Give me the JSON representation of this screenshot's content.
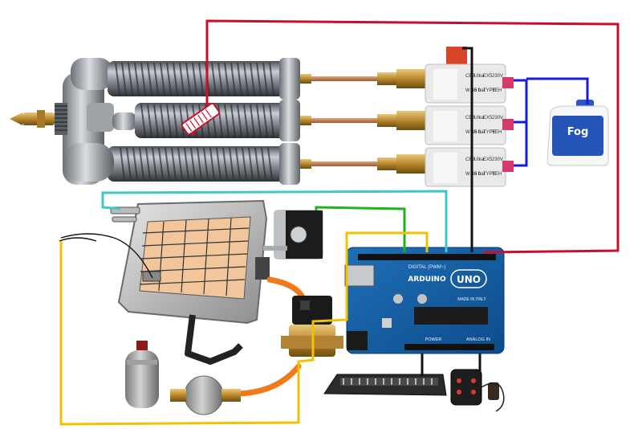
{
  "diagram": {
    "description_visible_text": {
      "pump_label_lines": [
        "CE3",
        "Ulka",
        "EX5",
        "230V",
        "W 48 0",
        "5 bar",
        "TYPE",
        "YEH"
      ],
      "arduino_brand": "ARDUINO",
      "arduino_model": "UNO",
      "arduino_header_digital": "DIGITAL (PWM~)",
      "arduino_header_power": "POWER",
      "arduino_header_analog": "ANALOG IN",
      "arduino_made_in": "MADE IN ITALY",
      "fog_bottle_label": "Fog"
    },
    "wire_colors": {
      "red": "#c8102e",
      "black": "#111111",
      "blue": "#1a1adb",
      "cyan": "#3fc8c8",
      "green": "#1fb31f",
      "yellow": "#f2c200",
      "orange_hose": "#f07a1a"
    },
    "components": [
      {
        "id": "heat-exchanger-coils",
        "icon": "coil-heater-icon"
      },
      {
        "id": "brass-nozzle",
        "icon": "nozzle-icon"
      },
      {
        "id": "thermistor-sensor",
        "icon": "sensor-icon"
      },
      {
        "id": "vibration-pumps",
        "icon": "pump-icon"
      },
      {
        "id": "fog-fluid-bottle",
        "icon": "bottle-icon"
      },
      {
        "id": "gas-heater",
        "icon": "radiant-heater-icon"
      },
      {
        "id": "stepper-motor",
        "icon": "stepper-motor-icon"
      },
      {
        "id": "gas-solenoid-valve",
        "icon": "solenoid-valve-icon"
      },
      {
        "id": "gas-cylinder",
        "icon": "gas-cylinder-icon"
      },
      {
        "id": "pressure-regulator",
        "icon": "regulator-icon"
      },
      {
        "id": "arduino-uno",
        "icon": "microcontroller-icon"
      },
      {
        "id": "dmx-controller",
        "icon": "dmx-console-icon"
      },
      {
        "id": "remote-control",
        "icon": "remote-icon"
      }
    ]
  }
}
